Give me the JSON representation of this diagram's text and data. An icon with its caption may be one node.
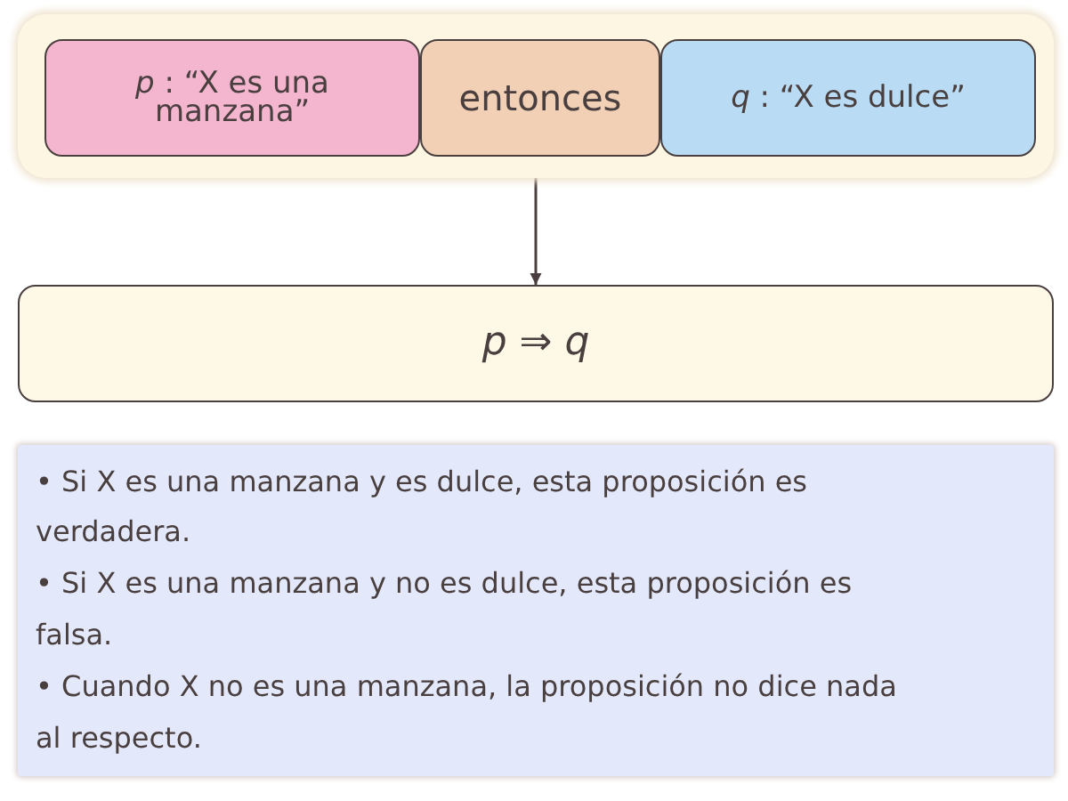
{
  "diagram": {
    "nodes": [
      {
        "text": [],
        "shape": "box"
      },
      {
        "text": [
          "*p* : “X es una manzana”"
        ],
        "in": 0
      },
      {
        "text": [
          "entonces"
        ],
        "in": 0
      },
      {
        "text": [
          "*q* : “X es dulce”"
        ],
        "in": 0
      },
      {
        "text": [
          "*p* ⇒ *q*"
        ]
      },
      {
        "text": [
          "•  Si X es una manzana y es dulce, esta proposición es verdadera.",
          "•  Si X es una manzana y no es dulce, esta proposición es falsa.",
          "•  Cuando X no es una manzana, la proposición no dice nada al respecto."
        ]
      }
    ],
    "edges": [
      {
        "from": 0,
        "to": 4,
        "arrow": "to"
      }
    ]
  }
}
